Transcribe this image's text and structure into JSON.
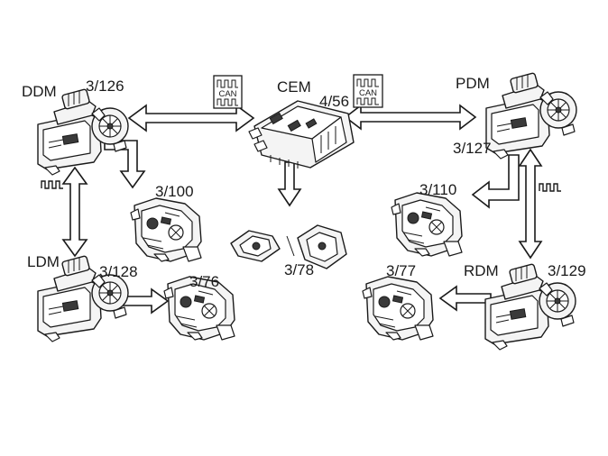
{
  "modules": {
    "ddm": {
      "name": "DDM",
      "ref": "3/126"
    },
    "cem": {
      "name": "CEM",
      "ref": "4/56"
    },
    "pdm": {
      "name": "PDM",
      "ref": "3/127"
    },
    "ldm": {
      "name": "LDM",
      "ref": "3/128"
    },
    "rdm": {
      "name": "RDM",
      "ref": "3/129"
    }
  },
  "components": {
    "c100": "3/100",
    "c110": "3/110",
    "c78": "3/78",
    "c76": "3/76",
    "c77": "3/77"
  },
  "bus": {
    "label": "CAN"
  }
}
